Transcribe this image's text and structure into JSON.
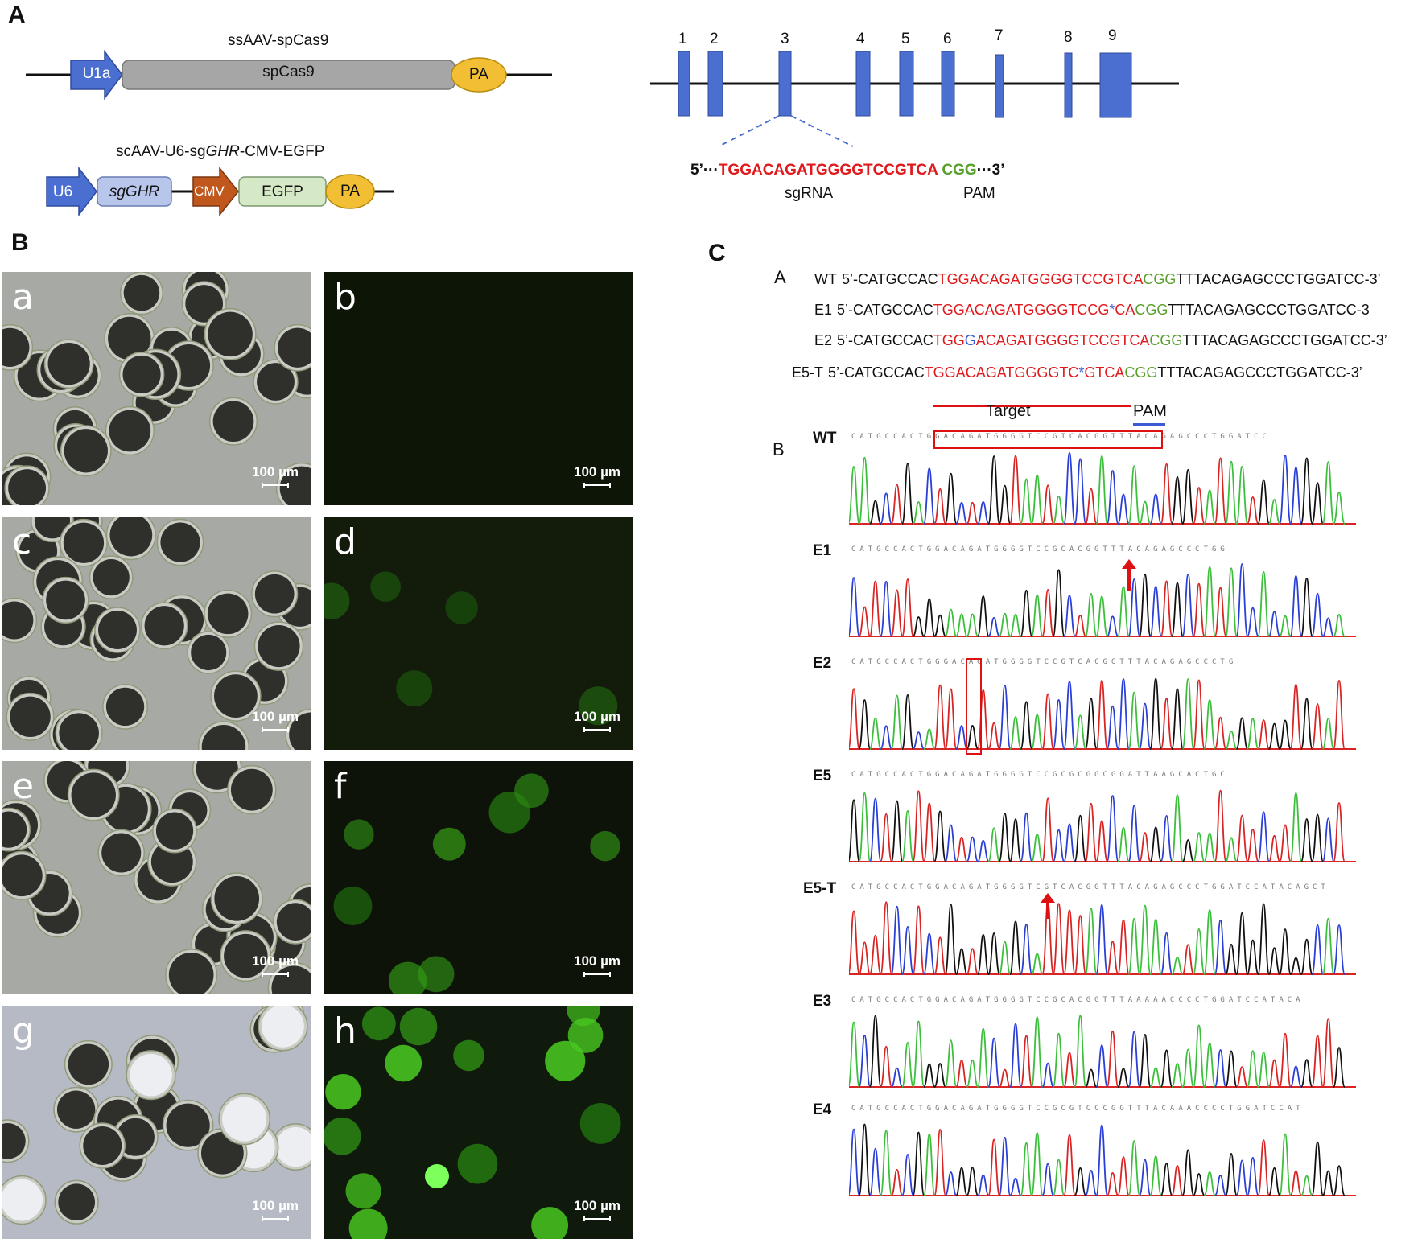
{
  "panelA": {
    "letter": "A",
    "ssaav_title": "ssAAV-spCas9",
    "ssaav_parts": [
      "U1a",
      "spCas9",
      "PA"
    ],
    "scaav_title_pre": "scAAV-U6-sg",
    "scaav_title_gene": "GHR",
    "scaav_title_post": "-CMV-EGFP",
    "scaav_parts": [
      "U6",
      "sgGHR",
      "CMV",
      "EGFP",
      "PA"
    ],
    "exons": [
      "1",
      "2",
      "3",
      "4",
      "5",
      "6",
      "7",
      "8",
      "9"
    ],
    "seq_prefix": "5’···",
    "seq_sgrna": "TGGACAGATGGGGTCCGTCA",
    "seq_pam": "CGG",
    "seq_suffix": "···3’",
    "sgrna_label": "sgRNA",
    "pam_label": "PAM"
  },
  "panelB": {
    "letter": "B",
    "images": [
      {
        "id": "a",
        "scale": "100 µm"
      },
      {
        "id": "b",
        "scale": "100 µm"
      },
      {
        "id": "c",
        "scale": "100 µm"
      },
      {
        "id": "d",
        "scale": "100 µm"
      },
      {
        "id": "e",
        "scale": "100 µm"
      },
      {
        "id": "f",
        "scale": "100 µm"
      },
      {
        "id": "g",
        "scale": "100 µm"
      },
      {
        "id": "h",
        "scale": "100 µm"
      }
    ]
  },
  "panelC": {
    "letter": "C",
    "sub_a": "A",
    "sub_b": "B",
    "alignment": [
      {
        "name": "WT",
        "pre": "5’-CATGCCAC",
        "target": "TGGACAGATGGGGTCCGTCA",
        "mark": "",
        "target2": "",
        "pam": "CGG",
        "post": "TTTACAGAGCCCTGGATCC-3’"
      },
      {
        "name": "E1",
        "pre": "5’-CATGCCAC",
        "target": "TGGACAGATGGGGTCCG",
        "mark": "*",
        "target2": "CA",
        "pam": "CGG",
        "post": "TTTACAGAGCCCTGGATCC-3"
      },
      {
        "name": "E2",
        "pre": "5’-CATGCCAC",
        "target": "TGG",
        "mark": "G",
        "target2": "ACAGATGGGGTCCGTCA",
        "pam": "CGG",
        "post": "TTTACAGAGCCCTGGATCC-3’"
      },
      {
        "name": "E5-T",
        "pre": "5’-CATGCCAC",
        "target": "TGGACAGATGGGGTC",
        "mark": "*",
        "target2": "GTCA",
        "pam": "CGG",
        "post": "TTTACAGAGCCCTGGATCC-3’"
      }
    ],
    "target_label": "Target",
    "pam_label": "PAM",
    "traces": [
      {
        "name": "WT",
        "bases": "CATGCCACTGGACAGATGGGGTCCGTCACGGTTTACAGAGCCCTGGATCC"
      },
      {
        "name": "E1",
        "bases": "CATGCCACTGGACAGATGGGGTCCGCACGGTTTACAGAGCCCTGG"
      },
      {
        "name": "E2",
        "bases": "CATGCCACTGGGACAGATGGGGTCCGTCACGGTTTACAGAGCCCTG"
      },
      {
        "name": "E5",
        "bases": "CATGCCACTGGACAGATGGGGTCCGCGCGGCGGATTAAGCACTGC"
      },
      {
        "name": "E5-T",
        "bases": "CATGCCACTGGACAGATGGGGTCGTCACGGTTTACAGAGCCCTGGATCCATACAGCT"
      },
      {
        "name": "E3",
        "bases": "CATGCCACTGGACAGATGGGGTCCGCACGGTTTAAAAACCCCTGGATCCATACA"
      },
      {
        "name": "E4",
        "bases": "CATGCCACTGGACAGATGGGGTCCGCGTCCCGGTTTACAAACCCCTGGATCCAT"
      }
    ]
  }
}
